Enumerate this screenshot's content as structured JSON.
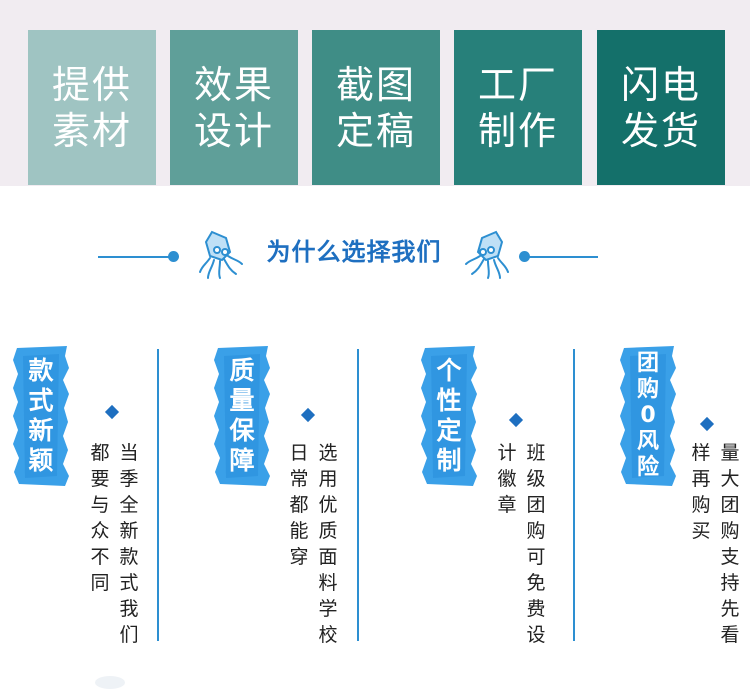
{
  "colors": {
    "band_bg": "#f1ecf1",
    "tile_1": "#9fc4c2",
    "tile_2": "#5f9f99",
    "tile_3": "#3f8d86",
    "tile_4": "#27807a",
    "tile_5": "#14706a",
    "accent_blue": "#2d8fd1",
    "heading_blue": "#1e6fc0",
    "badge_blue": "#3aa0e8"
  },
  "process_steps": [
    {
      "label": "提供素材"
    },
    {
      "label": "效果设计"
    },
    {
      "label": "截图定稿"
    },
    {
      "label": "工厂制作"
    },
    {
      "label": "闪电发货"
    }
  ],
  "heading": {
    "title": "为什么选择我们",
    "icon": "squid-icon"
  },
  "features": [
    {
      "badge": "款式新颖",
      "line_1": "当季全新款式我们",
      "line_2": "都要与众不同"
    },
    {
      "badge": "质量保障",
      "line_1": "选用优质面料学校",
      "line_2": "日常都能穿"
    },
    {
      "badge": "个性定制",
      "line_1": "班级团购可免费设",
      "line_2": "计徽章"
    },
    {
      "badge": "团购0风险",
      "line_1": "量大团购支持先看",
      "line_2": "样再购买"
    }
  ]
}
